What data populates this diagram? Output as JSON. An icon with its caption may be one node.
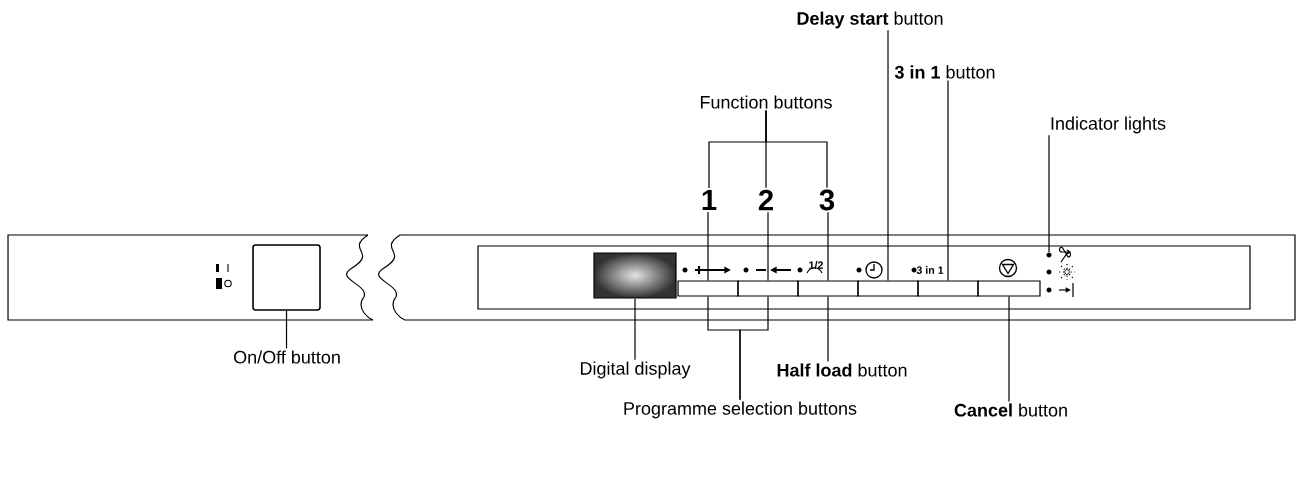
{
  "diagram": {
    "nodes": [
      {
        "text": [
          "**Delay start** button"
        ]
      },
      {
        "text": [
          "**3 in 1** button"
        ]
      },
      {
        "text": [
          "Function buttons"
        ]
      },
      {
        "text": [
          "Indicator lights"
        ]
      },
      {
        "text": [
          "1"
        ]
      },
      {
        "text": [
          "2"
        ]
      },
      {
        "text": [
          "3"
        ]
      },
      {
        "text": [],
        "shape": "box"
      },
      {
        "text": [],
        "shape": "box"
      },
      {
        "text": [],
        "shape": "box"
      },
      {
        "text": [],
        "shape": "box"
      },
      {
        "text": [],
        "shape": "box"
      },
      {
        "text": [],
        "shape": "box"
      },
      {
        "text": [],
        "shape": "box"
      },
      {
        "text": [],
        "shape": "box"
      },
      {
        "text": [],
        "shape": "circle"
      },
      {
        "text": [
          "On/Off button"
        ]
      },
      {
        "text": [
          "Digital display"
        ]
      },
      {
        "text": [
          "**Half load** button"
        ]
      },
      {
        "text": [
          "Programme selection buttons"
        ]
      },
      {
        "text": [
          "**Cancel** button"
        ]
      }
    ],
    "edges": [
      {
        "from": 2,
        "to": 4,
        "arrow": "none"
      },
      {
        "from": 2,
        "to": 5,
        "arrow": "none"
      },
      {
        "from": 2,
        "to": 6,
        "arrow": "none"
      },
      {
        "from": 4,
        "to": 9,
        "arrow": "none"
      },
      {
        "from": 5,
        "to": 10,
        "arrow": "none"
      },
      {
        "from": 6,
        "to": 11,
        "arrow": "none"
      },
      {
        "from": 0,
        "to": 12,
        "arrow": "none"
      },
      {
        "from": 1,
        "to": 13,
        "arrow": "none"
      },
      {
        "from": 3,
        "to": 15,
        "arrow": "none"
      },
      {
        "from": 16,
        "to": 7,
        "arrow": "none"
      },
      {
        "from": 17,
        "to": 8,
        "arrow": "none"
      },
      {
        "from": 18,
        "to": 11,
        "arrow": "none"
      },
      {
        "from": 19,
        "to": 9,
        "arrow": "none"
      },
      {
        "from": 19,
        "to": 10,
        "arrow": "none"
      },
      {
        "from": 20,
        "to": 14,
        "arrow": "none"
      }
    ],
    "labels": [
      "1/2",
      "3 in 1"
    ]
  }
}
